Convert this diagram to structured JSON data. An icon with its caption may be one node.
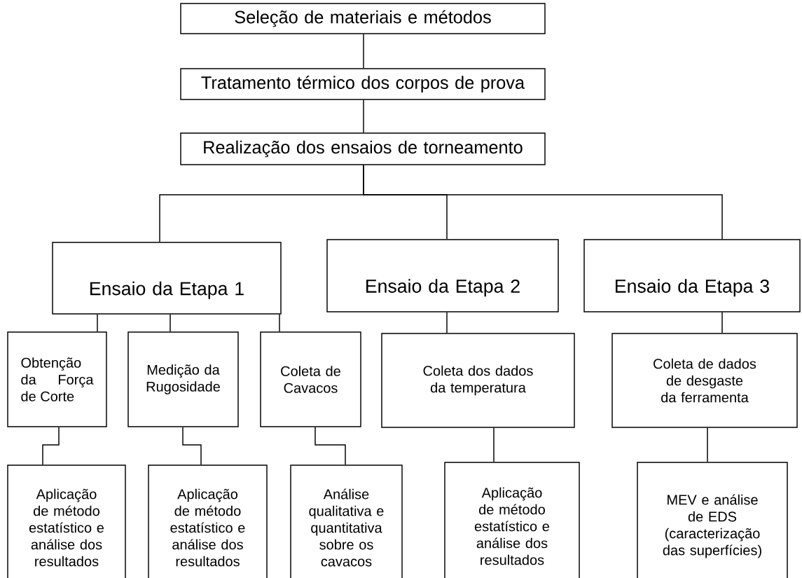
{
  "diagram": {
    "nodes": [
      {
        "text": [
          "Seleção de materiais e métodos"
        ]
      },
      {
        "text": [
          "Tratamento térmico dos corpos de prova"
        ]
      },
      {
        "text": [
          "Realização dos ensaios de torneamento"
        ]
      },
      {
        "text": [
          "Ensaio da Etapa 1"
        ]
      },
      {
        "text": [
          "Ensaio da Etapa 2"
        ]
      },
      {
        "text": [
          "Ensaio da Etapa 3"
        ]
      },
      {
        "text": [
          "Obtenção da Força de Corte"
        ]
      },
      {
        "text": [
          "Medição da Rugosidade"
        ]
      },
      {
        "text": [
          "Coleta de Cavacos"
        ]
      },
      {
        "text": [
          "Coleta dos dados da temperatura"
        ]
      },
      {
        "text": [
          "Coleta de dados de desgaste da ferramenta"
        ]
      },
      {
        "text": [
          "Aplicação de método estatístico e análise dos resultados"
        ]
      },
      {
        "text": [
          "Aplicação de método estatístico e análise dos resultados"
        ]
      },
      {
        "text": [
          "Análise qualitativa e quantitativa sobre os cavacos"
        ]
      },
      {
        "text": [
          "Aplicação de método estatístico e análise dos resultados"
        ]
      },
      {
        "text": [
          "MEV e análise de EDS (caracterização das superfícies)"
        ]
      }
    ],
    "edges": [
      {
        "from": 0,
        "to": 1,
        "arrow": "none"
      },
      {
        "from": 1,
        "to": 2,
        "arrow": "none"
      },
      {
        "from": 2,
        "to": 3,
        "arrow": "none"
      },
      {
        "from": 2,
        "to": 4,
        "arrow": "none"
      },
      {
        "from": 2,
        "to": 5,
        "arrow": "none"
      },
      {
        "from": 3,
        "to": 6,
        "arrow": "none"
      },
      {
        "from": 3,
        "to": 7,
        "arrow": "none"
      },
      {
        "from": 3,
        "to": 8,
        "arrow": "none"
      },
      {
        "from": 4,
        "to": 9,
        "arrow": "none"
      },
      {
        "from": 5,
        "to": 10,
        "arrow": "none"
      },
      {
        "from": 6,
        "to": 11,
        "arrow": "none"
      },
      {
        "from": 7,
        "to": 12,
        "arrow": "none"
      },
      {
        "from": 8,
        "to": 13,
        "arrow": "none"
      },
      {
        "from": 9,
        "to": 14,
        "arrow": "none"
      },
      {
        "from": 10,
        "to": 15,
        "arrow": "none"
      }
    ]
  }
}
